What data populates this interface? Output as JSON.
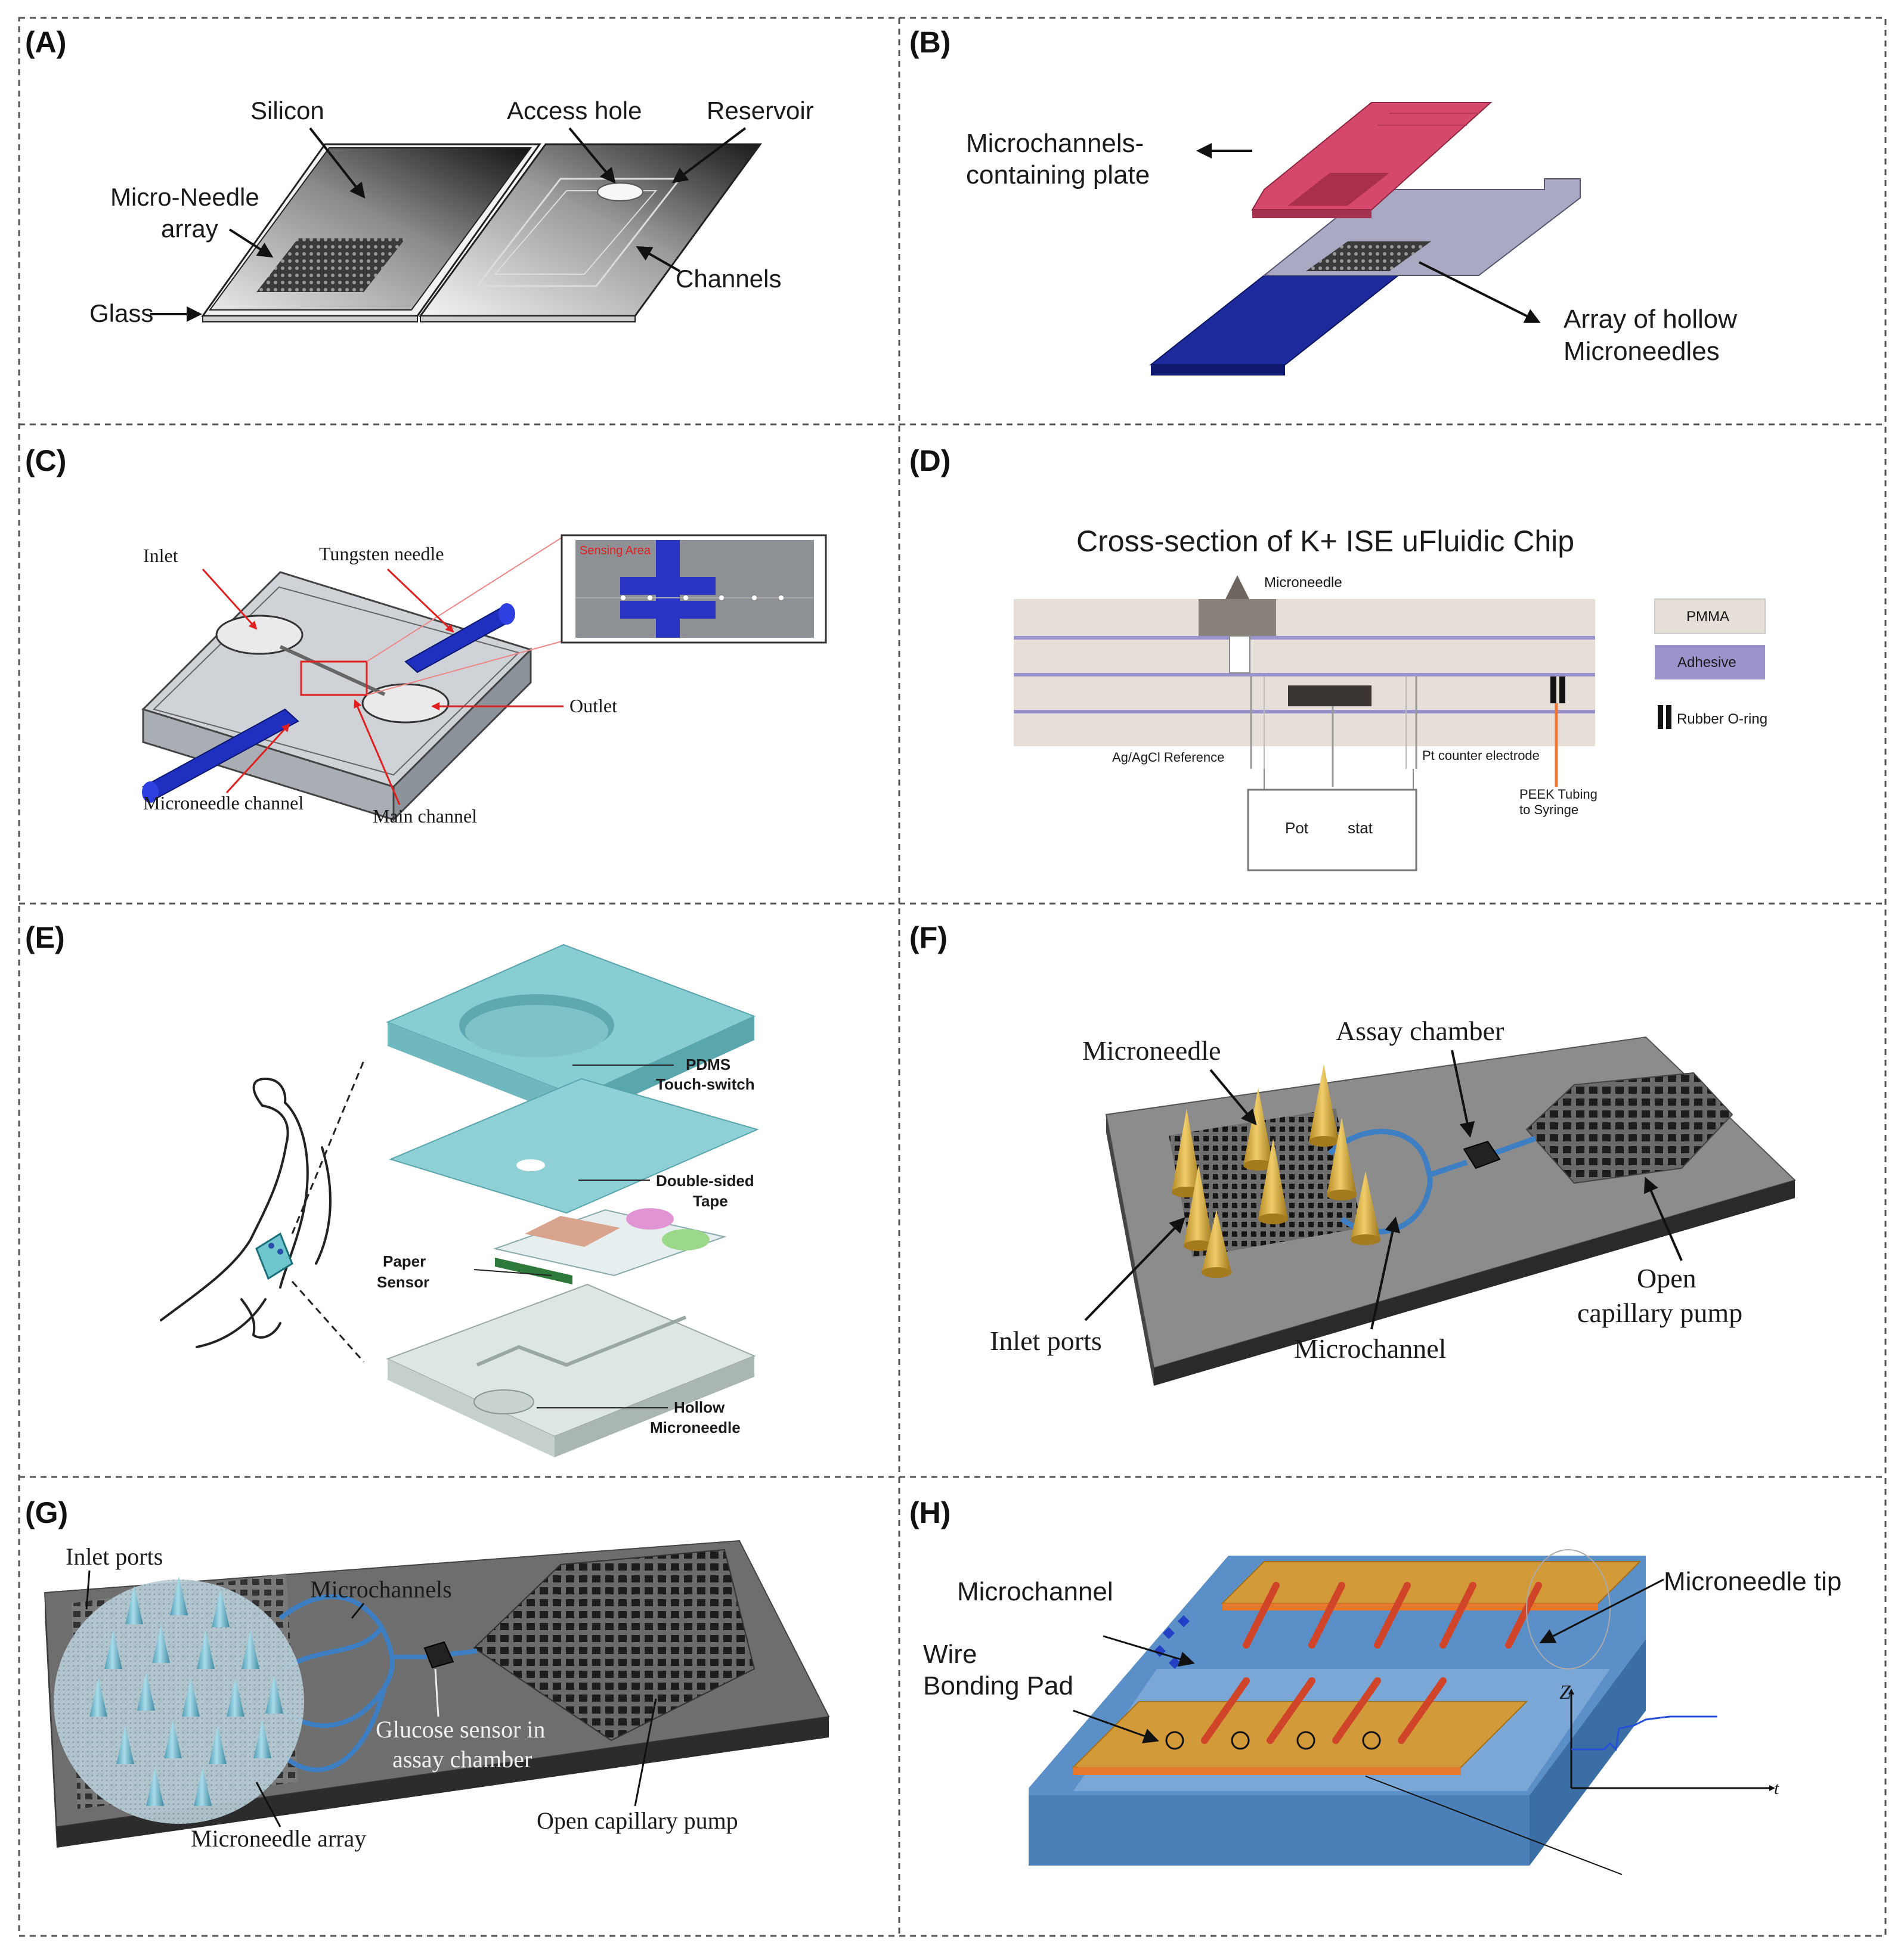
{
  "panels": {
    "a": {
      "label": "(A)",
      "silicon": "Silicon",
      "access_hole": "Access hole",
      "reservoir": "Reservoir",
      "microneedle_array_line1": "Micro-Needle",
      "microneedle_array_line2": "array",
      "channels": "Channels",
      "glass": "Glass"
    },
    "b": {
      "label": "(B)",
      "plate_line1": "Microchannels-",
      "plate_line2": "containing plate",
      "array_line1": "Array of hollow",
      "array_line2": "Microneedles",
      "colors": {
        "top_plate": "#d5476b",
        "middle_plate": "#a9a9c4",
        "bottom_plate": "#1c2a9c"
      }
    },
    "c": {
      "label": "(C)",
      "inlet": "Inlet",
      "tungsten_needle": "Tungsten needle",
      "outlet": "Outlet",
      "microneedle_channel": "Microneedle channel",
      "main_channel": "Main channel",
      "inset_label": "Sensing Area",
      "colors": {
        "needle": "#1f2fbf",
        "leader": "#e02020"
      }
    },
    "d": {
      "label": "(D)",
      "title": "Cross-section of K+ ISE uFluidic Chip",
      "microneedle": "Microneedle",
      "legend_pmma": "PMMA",
      "legend_adhesive": "Adhesive",
      "legend_oring": "Rubber O-ring",
      "reference": "Ag/AgCl Reference",
      "counter": "Pt counter electrode",
      "peek_line1": "PEEK Tubing",
      "peek_line2": "to Syringe",
      "pot_left": "Pot",
      "pot_right": "stat",
      "colors": {
        "pmma": "#e6dfd8",
        "adhesive": "#9b93cc",
        "tubing": "#ee7a3a"
      }
    },
    "e": {
      "label": "(E)",
      "pdms_line1": "PDMS",
      "pdms_line2": "Touch-switch",
      "tape_line1": "Double-sided",
      "tape_line2": "Tape",
      "paper_line1": "Paper",
      "paper_line2": "Sensor",
      "hollow_line1": "Hollow",
      "hollow_line2": "Microneedle",
      "colors": {
        "pdms": "#88cdd2",
        "base": "#dde6e3"
      }
    },
    "f": {
      "label": "(F)",
      "microneedle": "Microneedle",
      "assay_chamber": "Assay chamber",
      "inlet_ports": "Inlet ports",
      "microchannel": "Microchannel",
      "pump_line1": "Open",
      "pump_line2": "capillary pump",
      "colors": {
        "chip": "#8c8c8c",
        "needle": "#d8b24a",
        "channel": "#3d7fc2"
      }
    },
    "g": {
      "label": "(G)",
      "inlet_ports": "Inlet ports",
      "microchannels": "Microchannels",
      "sensor_line1": "Glucose sensor in",
      "sensor_line2": "assay chamber",
      "microneedle_array": "Microneedle array",
      "pump": "Open capillary pump",
      "colors": {
        "chip": "#6e6e6e",
        "needle": "#7fc3d6",
        "channel": "#3d7fc2"
      }
    },
    "h": {
      "label": "(H)",
      "microchannel": "Microchannel",
      "microneedle_tip": "Microneedle tip",
      "wire_line1": "Wire",
      "wire_line2": "Bonding Pad",
      "axis_z": "Z",
      "axis_t": "t",
      "colors": {
        "chip": "#5b8fc7",
        "pad": "#d39a3a",
        "electrode": "#d0452a"
      }
    }
  }
}
